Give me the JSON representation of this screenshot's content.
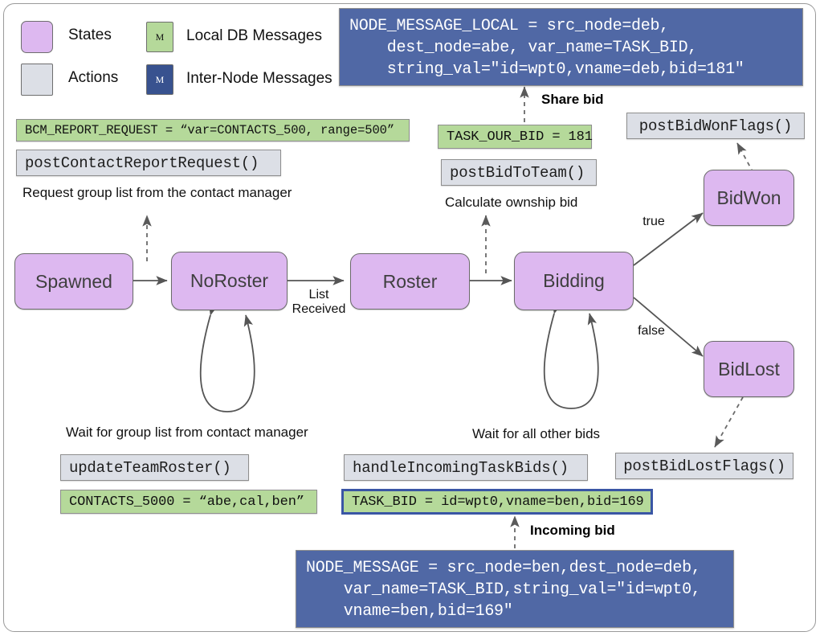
{
  "legend": {
    "items": [
      {
        "key": "states",
        "label": "States",
        "swatch": "state-swatch",
        "glyph": ""
      },
      {
        "key": "actions",
        "label": "Actions",
        "swatch": "action-swatch",
        "glyph": ""
      },
      {
        "key": "local_db",
        "label": "Local DB Messages",
        "swatch": "local-db-swatch",
        "glyph": "M"
      },
      {
        "key": "inter_node",
        "label": "Inter-Node Messages",
        "swatch": "inter-node-swatch",
        "glyph": "M"
      }
    ]
  },
  "colors": {
    "state_fill": "#ddb8f0",
    "action_fill": "#dcdfe6",
    "local_db_fill": "#b5d99a",
    "inter_node_fill": "#5068a5",
    "highlight_border": "#3a56a5",
    "edge_stroke": "#555555"
  },
  "states": [
    {
      "id": "spawned",
      "label": "Spawned"
    },
    {
      "id": "noroster",
      "label": "NoRoster"
    },
    {
      "id": "roster",
      "label": "Roster"
    },
    {
      "id": "bidding",
      "label": "Bidding"
    },
    {
      "id": "bidwon",
      "label": "BidWon"
    },
    {
      "id": "bidlost",
      "label": "BidLost"
    }
  ],
  "actions": [
    {
      "id": "post_contact_report_request",
      "label": "postContactReportRequest()"
    },
    {
      "id": "post_bid_to_team",
      "label": "postBidToTeam()"
    },
    {
      "id": "post_bid_won_flags",
      "label": "postBidWonFlags()"
    },
    {
      "id": "update_team_roster",
      "label": "updateTeamRoster()"
    },
    {
      "id": "handle_incoming_task_bids",
      "label": "handleIncomingTaskBids()"
    },
    {
      "id": "post_bid_lost_flags",
      "label": "postBidLostFlags()"
    }
  ],
  "db_messages": [
    {
      "id": "bcm_report_request",
      "label": "BCM_REPORT_REQUEST = “var=CONTACTS_500, range=500”"
    },
    {
      "id": "task_our_bid",
      "label": "TASK_OUR_BID = 181"
    },
    {
      "id": "contacts_5000",
      "label": "CONTACTS_5000 = “abe,cal,ben”"
    },
    {
      "id": "task_bid",
      "label": "TASK_BID = id=wpt0,vname=ben,bid=169"
    }
  ],
  "node_messages": [
    {
      "id": "node_message_local",
      "text": "NODE_MESSAGE_LOCAL = src_node=deb,\n    dest_node=abe, var_name=TASK_BID,\n    string_val=\"id=wpt0,vname=deb,bid=181\""
    },
    {
      "id": "node_message",
      "text": "NODE_MESSAGE = src_node=ben,dest_node=deb,\n    var_name=TASK_BID,string_val=\"id=wpt0,\n    vname=ben,bid=169\""
    }
  ],
  "captions": [
    {
      "id": "request_group_list",
      "label": "Request group list from the contact manager"
    },
    {
      "id": "calculate_ownship_bid",
      "label": "Calculate ownship bid"
    },
    {
      "id": "wait_for_group_list",
      "label": "Wait for group list from contact manager"
    },
    {
      "id": "wait_for_all_other_bids",
      "label": "Wait for all other bids"
    }
  ],
  "edge_labels": [
    {
      "id": "list_received",
      "label": "List\nReceived"
    },
    {
      "id": "true",
      "label": "true"
    },
    {
      "id": "false",
      "label": "false"
    }
  ],
  "bold_labels": [
    {
      "id": "share_bid",
      "label": "Share bid"
    },
    {
      "id": "incoming_bid",
      "label": "Incoming bid"
    }
  ]
}
